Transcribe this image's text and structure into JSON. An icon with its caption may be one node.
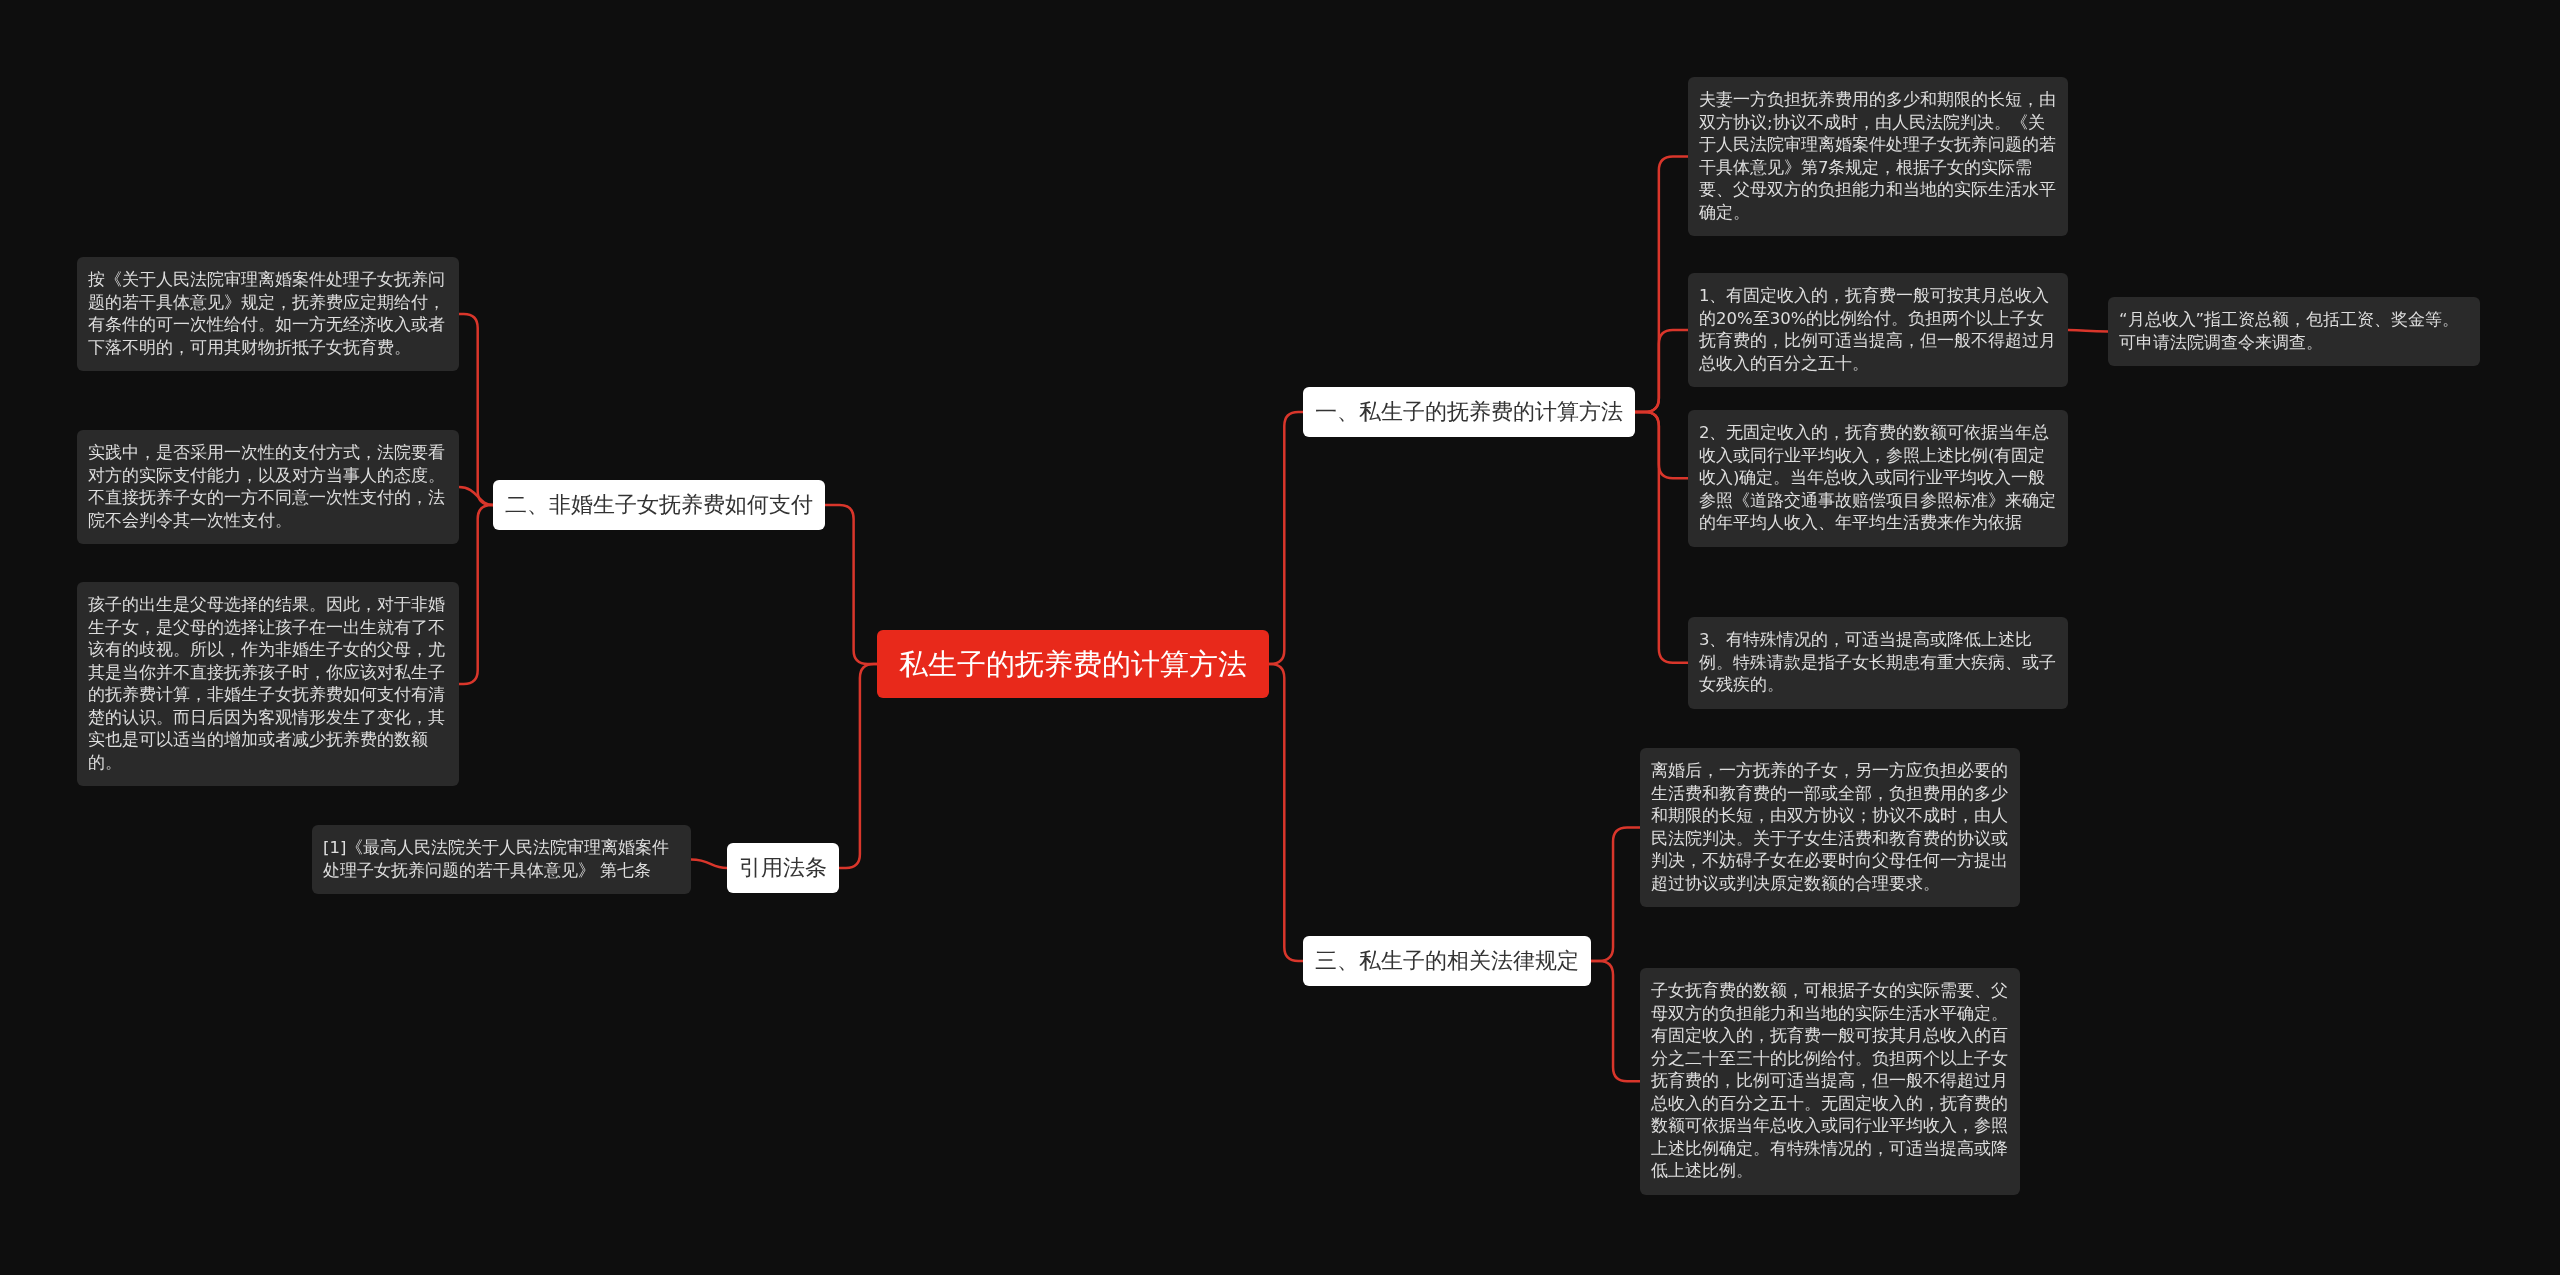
{
  "diagram": {
    "nodes": [
      {
        "text": [
          "私生子的抚养费的计算方法"
        ]
      },
      {
        "text": [
          "一、私生子的抚养费的计算方法"
        ]
      },
      {
        "text": [
          "夫妻一方负担抚养费用的多少和期限的长短，由双方协议;协议不成时，由人民法院判决。《关于人民法院审理离婚案件处理子女抚养问题的若干具体意见》第7条规定，根据子女的实际需要、父母双方的负担能力和当地的实际生活水平确定。"
        ]
      },
      {
        "text": [
          "1、有固定收入的，抚育费一般可按其月总收入的20%至30%的比例给付。负担两个以上子女抚育费的，比例可适当提高，但一般不得超过月总收入的百分之五十。"
        ]
      },
      {
        "text": [
          "“月总收入”指工资总额，包括工资、奖金等。可申请法院调查令来调查。"
        ]
      },
      {
        "text": [
          "2、无固定收入的，抚育费的数额可依据当年总收入或同行业平均收入，参照上述比例(有固定收入)确定。当年总收入或同行业平均收入一般参照《道路交通事故赔偿项目参照标准》来确定的年平均人收入、年平均生活费来作为依据"
        ]
      },
      {
        "text": [
          "3、有特殊情况的，可适当提高或降低上述比例。特殊请款是指子女长期患有重大疾病、或子女残疾的。"
        ]
      },
      {
        "text": [
          "三、私生子的相关法律规定"
        ]
      },
      {
        "text": [
          "离婚后，一方抚养的子女，另一方应负担必要的生活费和教育费的一部或全部，负担费用的多少和期限的长短，由双方协议；协议不成时，由人民法院判决。关于子女生活费和教育费的协议或判决，不妨碍子女在必要时向父母任何一方提出超过协议或判决原定数额的合理要求。"
        ]
      },
      {
        "text": [
          "子女抚育费的数额，可根据子女的实际需要、父母双方的负担能力和当地的实际生活水平确定。有固定收入的，抚育费一般可按其月总收入的百分之二十至三十的比例给付。负担两个以上子女抚育费的，比例可适当提高，但一般不得超过月总收入的百分之五十。无固定收入的，抚育费的数额可依据当年总收入或同行业平均收入，参照上述比例确定。有特殊情况的，可适当提高或降低上述比例。"
        ]
      },
      {
        "text": [
          "二、非婚生子女抚养费如何支付"
        ]
      },
      {
        "text": [
          "按《关于人民法院审理离婚案件处理子女抚养问题的若干具体意见》规定，抚养费应定期给付，有条件的可一次性给付。如一方无经济收入或者下落不明的，可用其财物折抵子女抚育费。"
        ]
      },
      {
        "text": [
          "实践中，是否采用一次性的支付方式，法院要看对方的实际支付能力，以及对方当事人的态度。不直接抚养子女的一方不同意一次性支付的，法院不会判令其一次性支付。"
        ]
      },
      {
        "text": [
          "孩子的出生是父母选择的结果。因此，对于非婚生子女，是父母的选择让孩子在一出生就有了不该有的歧视。所以，作为非婚生子女的父母，尤其是当你并不直接抚养孩子时，你应该对私生子的抚养费计算，非婚生子女抚养费如何支付有清楚的认识。而日后因为客观情形发生了变化，其实也是可以适当的增加或者减少抚养费的数额的。"
        ]
      },
      {
        "text": [
          "引用法条"
        ]
      },
      {
        "text": [
          "[1]《最高人民法院关于人民法院审理离婚案件处理子女抚养问题的若干具体意见》 第七条"
        ]
      }
    ],
    "edges": [
      {
        "from": 0,
        "to": 1,
        "arrow": "none"
      },
      {
        "from": 1,
        "to": 2,
        "arrow": "none"
      },
      {
        "from": 1,
        "to": 3,
        "arrow": "none"
      },
      {
        "from": 3,
        "to": 4,
        "arrow": "none"
      },
      {
        "from": 1,
        "to": 5,
        "arrow": "none"
      },
      {
        "from": 1,
        "to": 6,
        "arrow": "none"
      },
      {
        "from": 0,
        "to": 7,
        "arrow": "none"
      },
      {
        "from": 7,
        "to": 8,
        "arrow": "none"
      },
      {
        "from": 7,
        "to": 9,
        "arrow": "none"
      },
      {
        "from": 0,
        "to": 10,
        "arrow": "none"
      },
      {
        "from": 10,
        "to": 11,
        "arrow": "none"
      },
      {
        "from": 10,
        "to": 12,
        "arrow": "none"
      },
      {
        "from": 10,
        "to": 13,
        "arrow": "none"
      },
      {
        "from": 0,
        "to": 14,
        "arrow": "none"
      },
      {
        "from": 14,
        "to": 15,
        "arrow": "none"
      }
    ]
  }
}
